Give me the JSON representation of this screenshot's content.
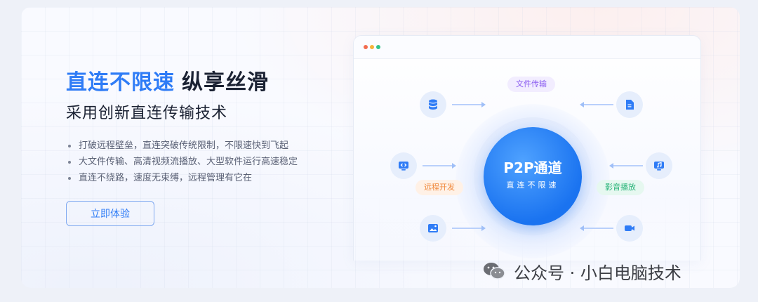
{
  "hero": {
    "title_highlight": "直连不限速",
    "title_rest": "纵享丝滑",
    "subtitle": "采用创新直连传输技术",
    "bullets": [
      "打破远程壁垒，直连突破传统限制，不限速快到飞起",
      "大文件传输、高清视频流播放、大型软件运行高速稳定",
      "直连不绕路，速度无束缚，远程管理有它在"
    ],
    "cta_label": "立即体验"
  },
  "diagram": {
    "hub_title": "P2P通道",
    "hub_subtitle": "直连不限速",
    "pills": {
      "file_transfer": "文件传输",
      "remote_dev": "远程开发",
      "media_playback": "影音播放"
    },
    "icons": [
      "database-icon",
      "document-icon",
      "code-window-icon",
      "music-icon",
      "image-upload-icon",
      "video-camera-icon"
    ]
  },
  "watermark": {
    "text": "公众号 · 小白电脑技术"
  },
  "colors": {
    "accent": "#2f7cf6",
    "hub": "#1a73f0",
    "pill_purple": "#8a5cf0",
    "pill_orange": "#f0883a",
    "pill_green": "#28b478"
  }
}
